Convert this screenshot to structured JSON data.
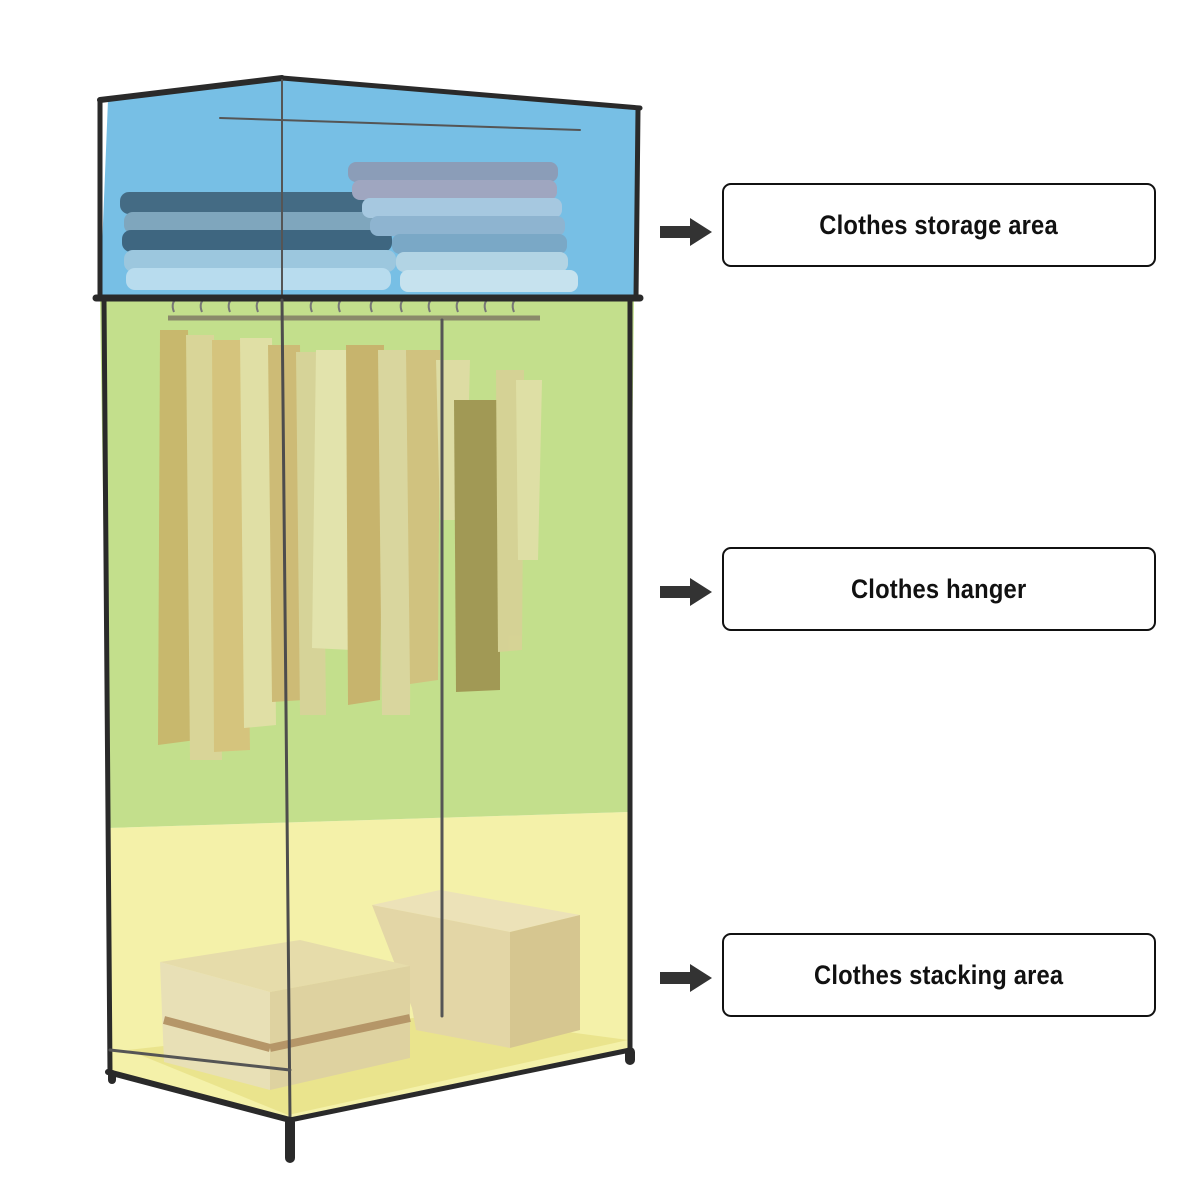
{
  "callouts": [
    {
      "label": "Clothes storage area",
      "zone": "storage"
    },
    {
      "label": "Clothes hanger",
      "zone": "hanger"
    },
    {
      "label": "Clothes stacking area",
      "zone": "stacking"
    }
  ],
  "colors": {
    "storage_zone": "#5fb4e0",
    "hanger_zone": "#b7d97a",
    "stacking_zone": "#f2ee9a",
    "frame": "#2a2a2a",
    "arrow": "#333333",
    "callout_border": "#111111"
  },
  "icons": {
    "arrow": "right-arrow-icon"
  }
}
